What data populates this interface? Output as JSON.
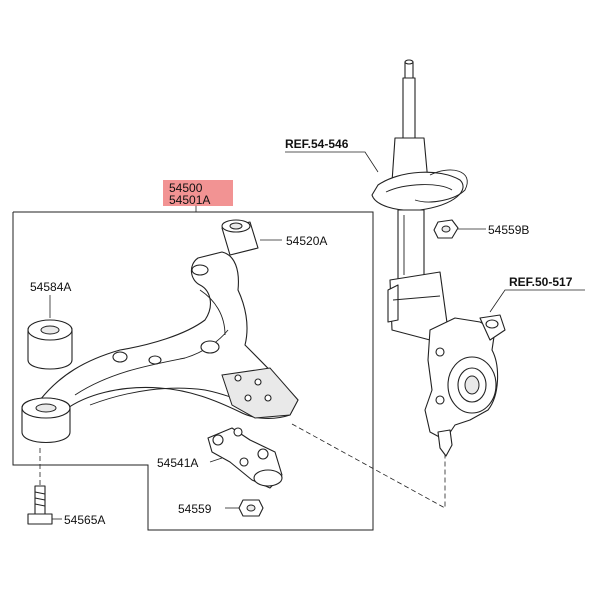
{
  "highlight_color": "#f08080",
  "labels": {
    "part_main": "54500",
    "part_main_alt": "54501A",
    "bushing_front": "54520A",
    "bushing_rear": "54584A",
    "ball_joint": "54541A",
    "nut": "54559",
    "nut_b": "54559B",
    "bolt": "54565A",
    "ref_strut": "REF.54-546",
    "ref_knuckle": "REF.50-517"
  }
}
